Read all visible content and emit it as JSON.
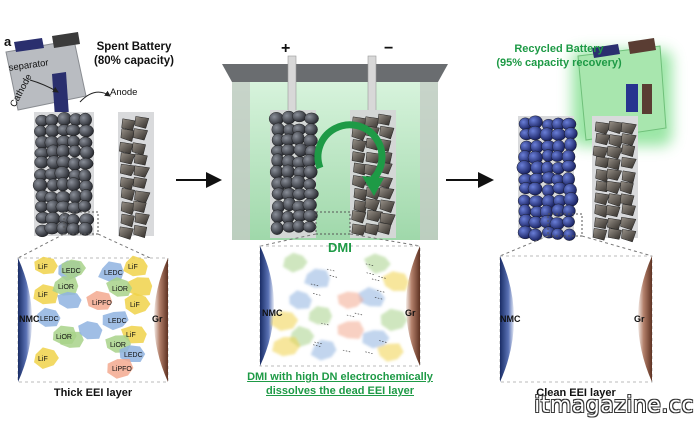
{
  "panel_label": "a",
  "left": {
    "title_line1": "Spent Battery",
    "title_line2": "(80% capacity)",
    "separator": "separator",
    "cathode": "Cathode",
    "anode": "Anode",
    "caption": "Thick EEI layer",
    "nmc": "NMC",
    "gr": "Gr",
    "cathode_species": [
      "LiF",
      "LEDC",
      "LiF",
      "LiOR",
      "LEDC",
      "LiOR",
      "LiF"
    ],
    "anode_species": [
      "LiF",
      "LEDC",
      "LiOR",
      "LiPFO",
      "LiF",
      "LEDC",
      "LiF",
      "LiOR",
      "LEDC",
      "LiPFO"
    ]
  },
  "middle": {
    "plus": "+",
    "minus": "−",
    "dmi": "DMI",
    "nmc": "NMC",
    "gr": "Gr",
    "caption_line1": "DMI with high DN electrochemically",
    "caption_line2": "dissolves the dead EEI layer"
  },
  "right": {
    "title_line1": "Recycled Battery",
    "title_line2": "(95% capacity recovery)",
    "nmc": "NMC",
    "gr": "Gr",
    "caption": "Clean EEI layer"
  },
  "watermark": "itmagazine.cc",
  "colors": {
    "green_accent": "#1e9a46",
    "nmc_blue": "#263e7a",
    "graphite_brown": "#7a4a35",
    "cathode_dark": "#3a3d45",
    "anode_dark": "#4a4540",
    "recycled_blue": "#27338f",
    "glow_green": "#8fe39b",
    "lif": "#f0d24a",
    "ledc": "#8fb3e0",
    "lior": "#a8d28a",
    "lipfo": "#f3a98f"
  }
}
